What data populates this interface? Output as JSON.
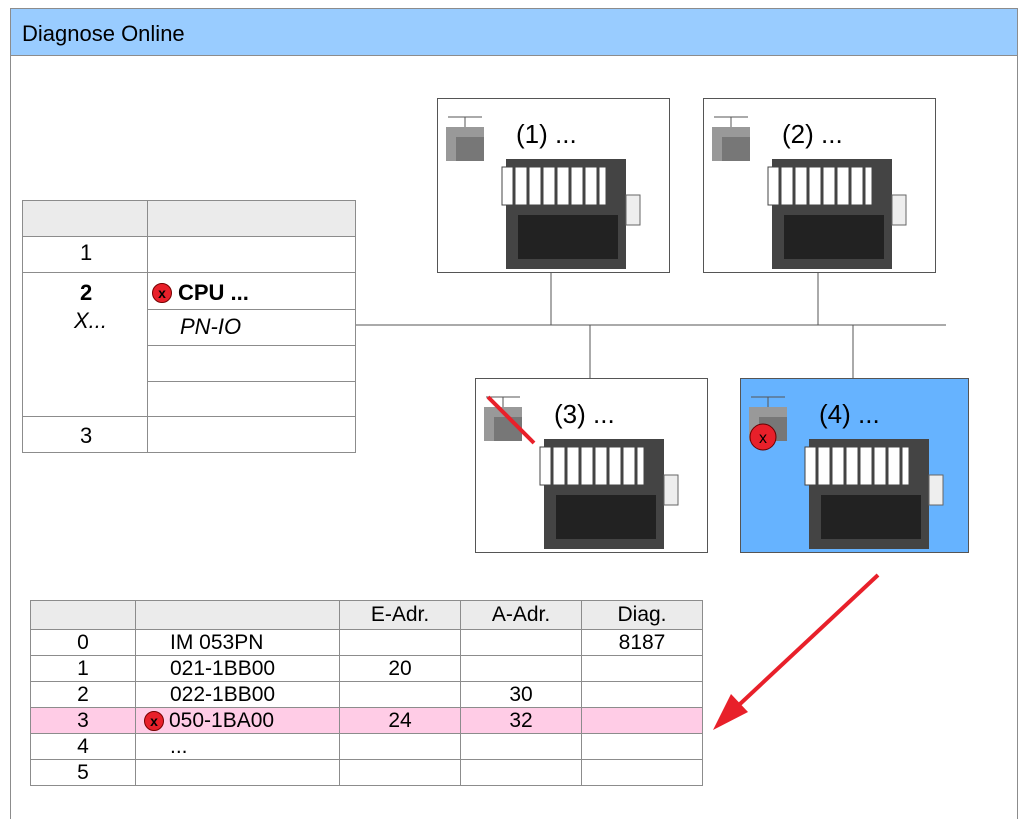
{
  "window": {
    "title": "Diagnose Online"
  },
  "rack": {
    "rows": [
      {
        "slot": "1",
        "module": ""
      },
      {
        "slot": "2",
        "slot_sub": "X...",
        "module": "CPU ...",
        "module_sub": "PN-IO",
        "error": true
      },
      {
        "slot": "3",
        "module": ""
      }
    ]
  },
  "devices": [
    {
      "label": "(1) ...",
      "status": "ok"
    },
    {
      "label": "(2) ...",
      "status": "ok"
    },
    {
      "label": "(3) ...",
      "status": "disconnected"
    },
    {
      "label": "(4) ...",
      "status": "error",
      "selected": true
    }
  ],
  "module_table": {
    "headers": [
      "",
      "",
      "E-Adr.",
      "A-Adr.",
      "Diag."
    ],
    "rows": [
      {
        "slot": "0",
        "module": "IM 053PN",
        "e_adr": "",
        "a_adr": "",
        "diag": "8187",
        "error": false,
        "highlight": false
      },
      {
        "slot": "1",
        "module": "021-1BB00",
        "e_adr": "20",
        "a_adr": "",
        "diag": "",
        "error": false,
        "highlight": false
      },
      {
        "slot": "2",
        "module": "022-1BB00",
        "e_adr": "",
        "a_adr": "30",
        "diag": "",
        "error": false,
        "highlight": false
      },
      {
        "slot": "3",
        "module": "050-1BA00",
        "e_adr": "24",
        "a_adr": "32",
        "diag": "",
        "error": true,
        "highlight": true
      },
      {
        "slot": "4",
        "module": "...",
        "e_adr": "",
        "a_adr": "",
        "diag": "",
        "error": false,
        "highlight": false
      },
      {
        "slot": "5",
        "module": "",
        "e_adr": "",
        "a_adr": "",
        "diag": "",
        "error": false,
        "highlight": false
      }
    ]
  },
  "icons": {
    "error": "error-x-icon",
    "station": "io-station-icon",
    "module": "io-module-icon"
  },
  "colors": {
    "titlebar": "#99ccff",
    "selected_device": "#66b3ff",
    "highlight_row": "#ffcce6",
    "error": "#e8202a",
    "arrow": "#e8202a"
  }
}
